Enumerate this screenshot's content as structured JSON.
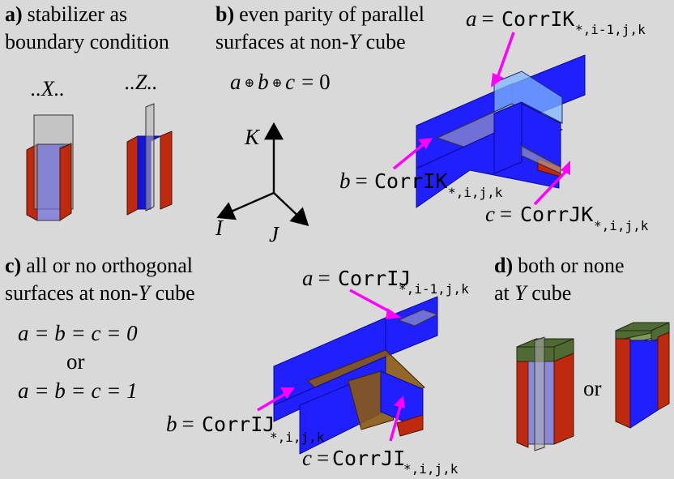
{
  "panel_a": {
    "letter": "a)",
    "title_line1": "stabilizer as",
    "title_line2": "boundary condition",
    "label_x": "..X..",
    "label_z": "..Z.."
  },
  "panel_b": {
    "letter": "b)",
    "title_line1": "even parity of parallel",
    "title_line2_text": "surfaces at non-",
    "title_line2_var": "Y",
    "title_line2_end": " cube",
    "equation": {
      "a": "a",
      "op1": "⊕",
      "b": "b",
      "op2": "⊕",
      "c": "c",
      "rhs": "= 0"
    },
    "axes": {
      "k": "K",
      "i": "I",
      "j": "J"
    },
    "label_a": {
      "var": "a",
      "eq": "=",
      "name": "CorrIK",
      "sub": "*,i-1,j,k"
    },
    "label_b": {
      "var": "b",
      "eq": "=",
      "name": "CorrIK",
      "sub": "*,i,j,k"
    },
    "label_c": {
      "var": "c",
      "eq": "=",
      "name": "CorrJK",
      "sub": "*,i,j,k"
    }
  },
  "panel_c": {
    "letter": "c)",
    "title_line1": "all or no orthogonal",
    "title_line2_text": "surfaces at non-",
    "title_line2_var": "Y",
    "title_line2_end": " cube",
    "eq1": "a = b = c = 0",
    "or": "or",
    "eq2": "a = b = c = 1",
    "label_a": {
      "var": "a",
      "eq": "=",
      "name": "CorrIJ",
      "sub": "*,i-1,j,k"
    },
    "label_b": {
      "var": "b",
      "eq": "=",
      "name": "CorrIJ",
      "sub": "*,i,j,k"
    },
    "label_c": {
      "var": "c",
      "eq": "=",
      "name": "CorrJI",
      "sub": "*,i,j,k"
    }
  },
  "panel_d": {
    "letter": "d)",
    "title_line1": "both or none",
    "title_line2_text": "at ",
    "title_line2_var": "Y",
    "title_line2_end": " cube",
    "or": "or"
  },
  "colors": {
    "background": "#d9d9d9",
    "surface_blue": "#1f1fff",
    "boundary_red": "#bf2a0e",
    "y_cap_green": "#4f6a33",
    "pointer_magenta": "#ff00ff"
  }
}
